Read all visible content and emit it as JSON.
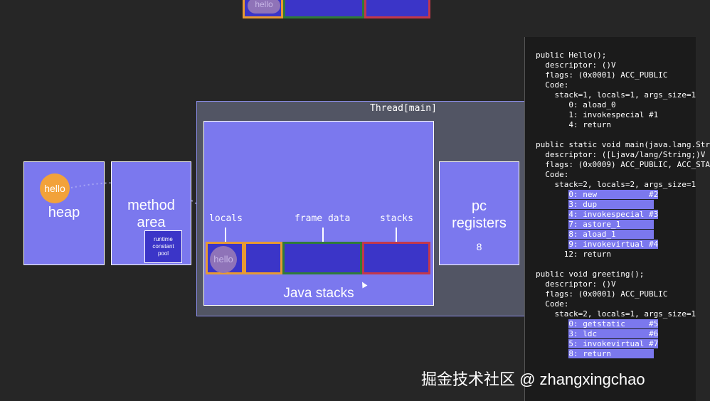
{
  "heap": {
    "label": "heap",
    "object": "hello"
  },
  "method_area": {
    "label_line1": "method",
    "label_line2": "area",
    "pool_line1": "runtime",
    "pool_line2": "constant",
    "pool_line3": "pool"
  },
  "thread": {
    "title": "Thread[main]",
    "java_stacks": "Java stacks",
    "locals_label": "locals",
    "frame_data_label": "frame data",
    "stacks_label": "stacks",
    "local_value": "hello"
  },
  "top_strip": {
    "local_value": "hello"
  },
  "pc_registers": {
    "label_line1": "pc",
    "label_line2": "registers",
    "value": "8"
  },
  "code_lines": [
    {
      "text": "public Hello();",
      "highlight": false
    },
    {
      "text": "  descriptor: ()V",
      "highlight": false
    },
    {
      "text": "  flags: (0x0001) ACC_PUBLIC",
      "highlight": false
    },
    {
      "text": "  Code:",
      "highlight": false
    },
    {
      "text": "    stack=1, locals=1, args_size=1",
      "highlight": false
    },
    {
      "text": "       0: aload_0",
      "highlight": false
    },
    {
      "text": "       1: invokespecial #1",
      "highlight": false
    },
    {
      "text": "       4: return",
      "highlight": false
    },
    {
      "text": "",
      "highlight": false
    },
    {
      "text": "public static void main(java.lang.Str",
      "highlight": false
    },
    {
      "text": "  descriptor: ([Ljava/lang/String;)V",
      "highlight": false
    },
    {
      "text": "  flags: (0x0009) ACC_PUBLIC, ACC_STA",
      "highlight": false
    },
    {
      "text": "  Code:",
      "highlight": false
    },
    {
      "text": "    stack=2, locals=2, args_size=1",
      "highlight": false
    },
    {
      "text": "       0: new           #2",
      "highlight": true
    },
    {
      "text": "       3: dup",
      "highlight": true
    },
    {
      "text": "       4: invokespecial #3",
      "highlight": true
    },
    {
      "text": "       7: astore_1",
      "highlight": true
    },
    {
      "text": "       8: aload_1",
      "highlight": true
    },
    {
      "text": "       9: invokevirtual #4",
      "highlight": true
    },
    {
      "text": "      12: return",
      "highlight": false
    },
    {
      "text": "",
      "highlight": false
    },
    {
      "text": "public void greeting();",
      "highlight": false
    },
    {
      "text": "  descriptor: ()V",
      "highlight": false
    },
    {
      "text": "  flags: (0x0001) ACC_PUBLIC",
      "highlight": false
    },
    {
      "text": "  Code:",
      "highlight": false
    },
    {
      "text": "    stack=2, locals=1, args_size=1",
      "highlight": false
    },
    {
      "text": "       0: getstatic     #5",
      "highlight": true
    },
    {
      "text": "       3: ldc           #6",
      "highlight": true
    },
    {
      "text": "       5: invokevirtual #7",
      "highlight": true
    },
    {
      "text": "       8: return",
      "highlight": true
    }
  ],
  "watermark": "掘金技术社区 @ zhangxingchao",
  "colors": {
    "frame_purple": "#7b78ee",
    "heap_orange": "#f2a23a",
    "locals_orange": "#e79a33",
    "frame_green": "#2f7a3a",
    "stack_red": "#c2384c"
  }
}
